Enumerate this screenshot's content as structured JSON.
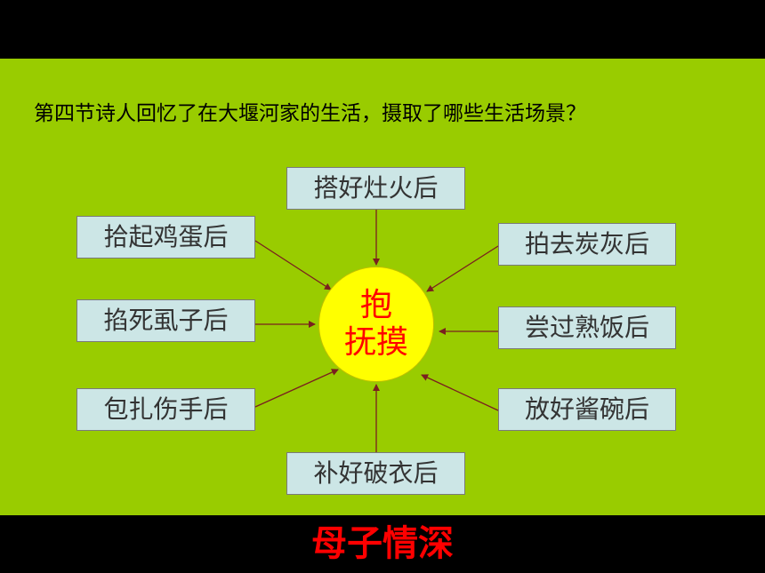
{
  "question": "第四节诗人回忆了在大堰河家的生活，摄取了哪些生活场景？",
  "center": {
    "line1": "抱",
    "line2": "抚摸"
  },
  "nodes": {
    "top": "搭好灶火后",
    "left1": "拾起鸡蛋后",
    "left2": "掐死虱子后",
    "left3": "包扎伤手后",
    "right1": "拍去炭灰后",
    "right2": "尝过熟饭后",
    "right3": "放好酱碗后",
    "bottom": "补好破衣后"
  },
  "footer": "母子情深",
  "colors": {
    "background": "#99cc00",
    "box_fill": "#cce6e6",
    "circle_fill": "#ffff00",
    "center_text": "#ff0000",
    "footer_text": "#ff0000",
    "arrow": "#7a1f1f"
  }
}
